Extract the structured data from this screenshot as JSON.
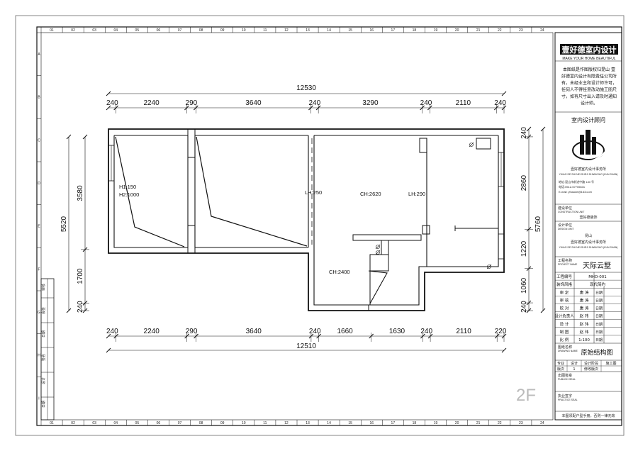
{
  "drawing": {
    "sheet_label": "2F",
    "dimensions_top": {
      "overall": "12530",
      "segments": [
        "240",
        "2240",
        "290",
        "3640",
        "240",
        "3290",
        "240",
        "2110",
        "240"
      ]
    },
    "dimensions_bottom": {
      "overall": "12510",
      "segments": [
        "240",
        "2240",
        "290",
        "3640",
        "240",
        "1660",
        "1630",
        "240",
        "2110",
        "220"
      ]
    },
    "dimensions_left": {
      "overall": "5520",
      "segments": [
        "3580",
        "1700",
        "240"
      ]
    },
    "dimensions_right": {
      "overall": "5760",
      "segments": [
        "240",
        "2860",
        "1220",
        "1060",
        "240"
      ]
    },
    "room_labels": {
      "h1": "H1:150",
      "h2": "H2:1000",
      "lh250": "LH:250",
      "ch2620": "CH:2620",
      "lh290": "LH:290",
      "ch2400": "CH:2400"
    },
    "border_numbers": {
      "top": [
        "01",
        "02",
        "03",
        "04",
        "05",
        "06",
        "07",
        "08",
        "09",
        "10",
        "11",
        "12",
        "13",
        "14",
        "15",
        "16",
        "17",
        "18",
        "19",
        "20",
        "21",
        "22",
        "23",
        "24"
      ],
      "side": [
        "A",
        "B",
        "C",
        "D",
        "E",
        "F",
        "G",
        "H",
        "I"
      ]
    },
    "left_stamp_labels": [
      "审核",
      "会签",
      "日期",
      "签名",
      "设计",
      "日期"
    ]
  },
  "title_block": {
    "company_logo_text": "壹好德室内设计",
    "company_subtitle": "MAKE YOUR HOME BEAUTIFUL",
    "notice": "本图纸是作图版权归昆山 壹好德室内设计有限责任公司所有。未经业主和设计师许可，任何人不得任意改动施工图尺寸，如有尺寸出入请及时通知设计师。",
    "consultant_title": "室内设计顾问",
    "consultant_name": "壹好德室内设计事务所",
    "consultant_name_en": "YIHAO DE SHI NEI SHEJI SHIWUSUO (KUN SHAN)",
    "address_lines": [
      "地址:昆山市前进中路 140 号",
      "电话:0512-57705631",
      "E-mail: yihaode@163.com"
    ],
    "construction_unit_label": "建设单位",
    "construction_unit_label_en": "CONSTRUCTION UNIT",
    "construction_unit_value": "壹好德装饰",
    "design_unit_label": "设计单位",
    "design_unit_label_en": "DESIGN UNIT",
    "design_unit_city": "昆山",
    "design_unit_value": "壹好德室内设计事务所",
    "design_unit_value_en": "YIHAO DE SHI NEI SHEJI SHIWUSUO (KUN SHAN)",
    "project_name_label": "工程名称",
    "project_name_label_en": "PROJECT NAME",
    "project_name": "天际云墅",
    "rows": [
      {
        "label": "工程编号",
        "value": "MHD-001",
        "extra": ""
      },
      {
        "label": "装饰风格",
        "value": "现代简约",
        "extra": ""
      },
      {
        "label": "审 定",
        "value": "唐 涛",
        "extra": "日期"
      },
      {
        "label": "审 核",
        "value": "唐 涛",
        "extra": "日期"
      },
      {
        "label": "校 对",
        "value": "唐 涛",
        "extra": "日期"
      },
      {
        "label": "设计负责人",
        "value": "赵 玮",
        "extra": "日期"
      },
      {
        "label": "设 计",
        "value": "赵 玮",
        "extra": "日期"
      },
      {
        "label": "制 图",
        "value": "赵 玮",
        "extra": "日期"
      },
      {
        "label": "比 例",
        "value": "1:100",
        "extra": "日期"
      }
    ],
    "drawing_name_label": "图纸名称",
    "drawing_name_label_en": "DRAWING NAME",
    "drawing_name": "原始结构图",
    "stage_row": [
      "专业",
      "设计",
      "设计阶段",
      "施工图"
    ],
    "revision_row": [
      "版次",
      "1",
      "修改版次",
      ""
    ],
    "publish_stamp_label": "出图签章",
    "publish_stamp_label_en": "PUBLISH SEAL",
    "license_stamp_label": "执业签字",
    "license_stamp_label_en": "PRACTICE SEAL",
    "footer": "本图须配户型手册，否则一律无效"
  }
}
